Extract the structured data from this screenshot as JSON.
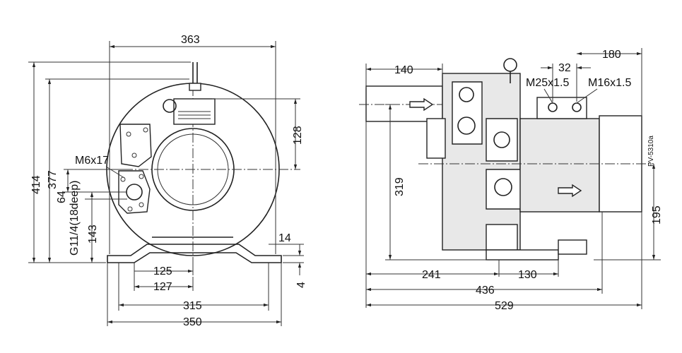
{
  "front_view": {
    "width_top": "363",
    "height_total": "414",
    "height_flange": "377",
    "dim_128": "128",
    "thread_m6": "M6x17",
    "dim_64": "64",
    "thread_g": "G11/4(18deep)",
    "dim_143": "143",
    "dim_14": "14",
    "dim_4": "4",
    "dim_125": "125",
    "dim_127": "127",
    "dim_315": "315",
    "dim_350": "350"
  },
  "side_view": {
    "dim_140": "140",
    "dim_32": "32",
    "dim_180": "180",
    "thread_m25": "M25x1.5",
    "thread_m16": "M16x1.5",
    "drawing_no": "PV-5310a",
    "dim_319": "319",
    "dim_195": "195",
    "dim_241": "241",
    "dim_130": "130",
    "dim_436": "436",
    "dim_529": "529"
  }
}
